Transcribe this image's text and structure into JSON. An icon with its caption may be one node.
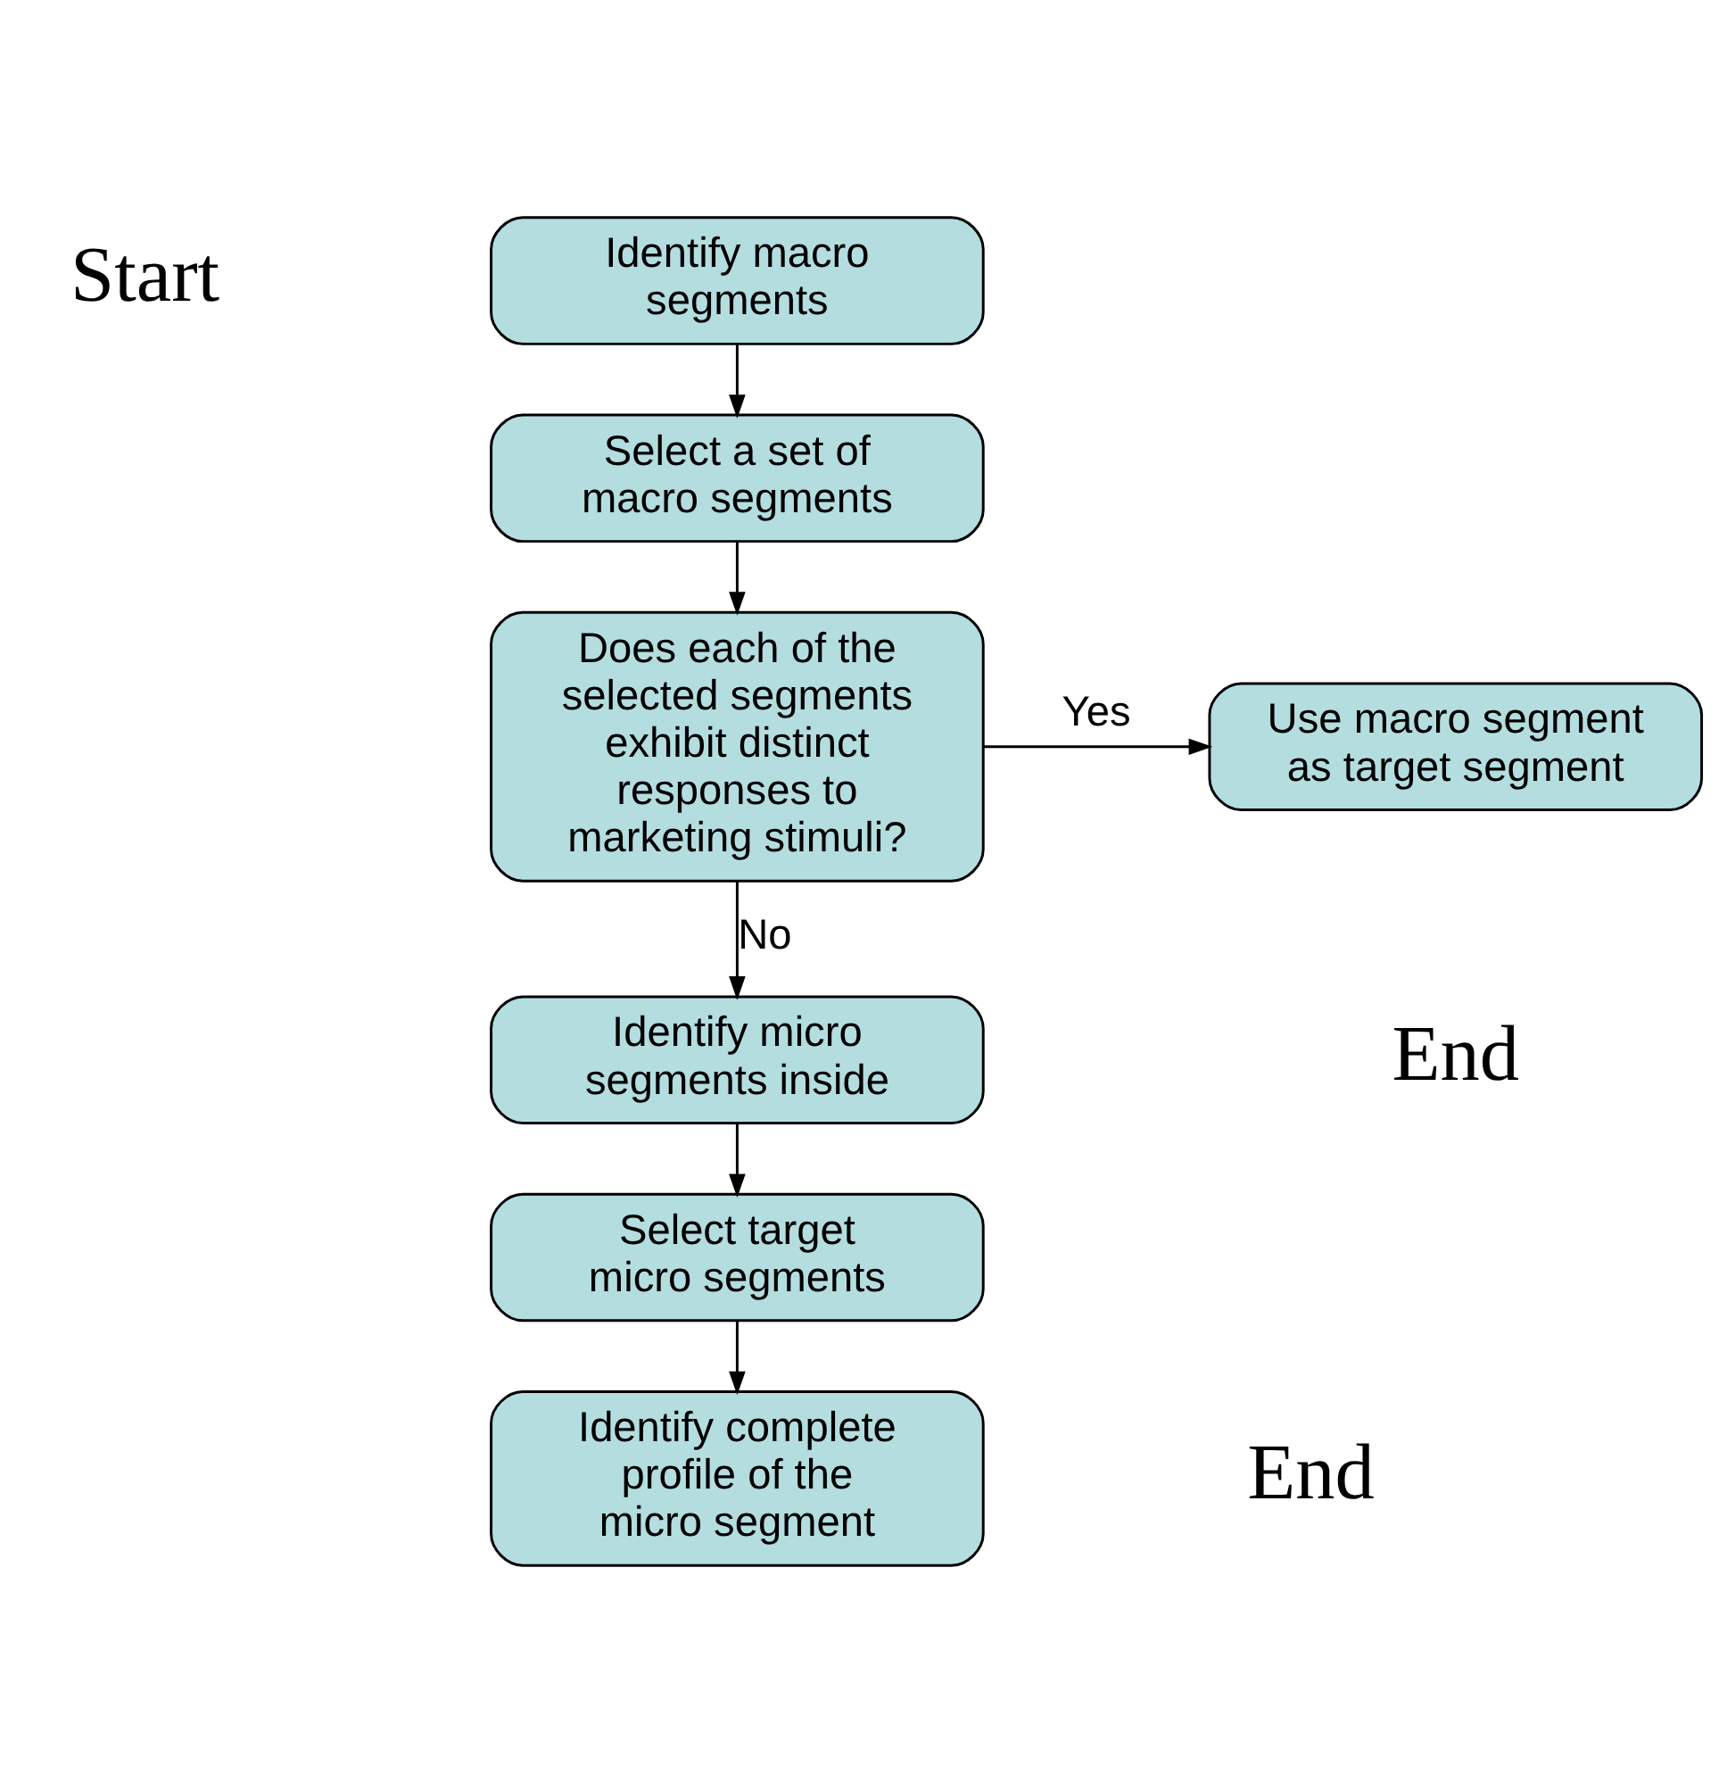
{
  "diagram": {
    "nodes": [
      {
        "text": [
          "Identify macro segments"
        ],
        "beside": [
          "Start"
        ]
      },
      {
        "text": [
          "Select a set of macro segments"
        ]
      },
      {
        "text": [
          "Does each of the selected segments exhibit distinct responses to marketing stimuli?"
        ]
      },
      {
        "text": [
          "Use macro segment as target segment"
        ],
        "beside": [
          "End"
        ]
      },
      {
        "text": [
          "Identify micro segments inside"
        ]
      },
      {
        "text": [
          "Select target micro segments"
        ]
      },
      {
        "text": [
          "Identify complete profile of the micro segment"
        ],
        "beside": [
          "End"
        ]
      }
    ],
    "edges": [
      {
        "from": 0,
        "to": 1,
        "arrow": "to"
      },
      {
        "from": 1,
        "to": 2,
        "arrow": "to"
      },
      {
        "from": 2,
        "to": 3,
        "arrow": "to",
        "label": "Yes"
      },
      {
        "from": 2,
        "to": 4,
        "arrow": "to",
        "label": "No"
      },
      {
        "from": 4,
        "to": 5,
        "arrow": "to"
      },
      {
        "from": 5,
        "to": 6,
        "arrow": "to"
      }
    ]
  }
}
